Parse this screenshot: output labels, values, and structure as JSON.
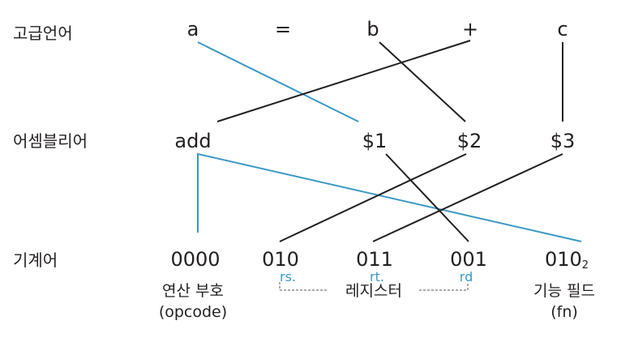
{
  "rows": {
    "high_level": "고급언어",
    "assembly": "어셈블리어",
    "machine": "기계어"
  },
  "high_level_tokens": {
    "a": "a",
    "eq": "=",
    "b": "b",
    "plus": "+",
    "c": "c"
  },
  "assembly_tokens": {
    "op": "add",
    "r1": "$1",
    "r2": "$2",
    "r3": "$3"
  },
  "machine_fields": {
    "opcode": "0000",
    "rs": "010",
    "rt": "011",
    "rd": "001",
    "fn_base": "010",
    "fn_sub": "2"
  },
  "field_labels": {
    "rs": "rs.",
    "rt": "rt.",
    "rd": "rd",
    "opcode_line1": "연산 부호",
    "opcode_line2": "(opcode)",
    "register": "레지스터",
    "fn_line1": "기능 필드",
    "fn_line2": "(fn)"
  },
  "colors": {
    "text": "#231f20",
    "black_line": "#231f20",
    "blue_line": "#3a98c4",
    "dashed": "#555555"
  }
}
